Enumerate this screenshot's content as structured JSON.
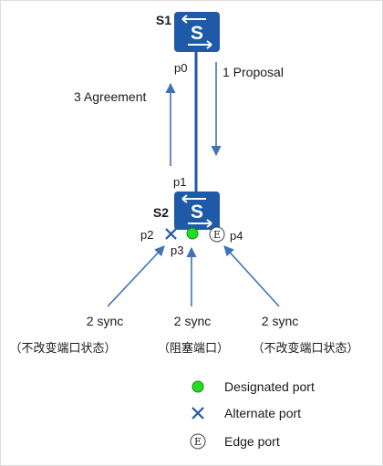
{
  "diagram": {
    "switches": {
      "s1": {
        "label": "S1",
        "glyph": "S"
      },
      "s2": {
        "label": "S2",
        "glyph": "S"
      }
    },
    "ports": {
      "p0": "p0",
      "p1": "p1",
      "p2": "p2",
      "p3": "p3",
      "p4": "p4"
    },
    "messages": {
      "proposal": "1 Proposal",
      "agreement": "3 Agreement",
      "sync_left": "2 sync",
      "sync_mid": "2 sync",
      "sync_right": "2 sync"
    },
    "notes": {
      "left": "（不改变端口状态）",
      "mid": "（阻塞端口）",
      "right": "（不改变端口状态）"
    },
    "edge_symbol": "E",
    "legend": [
      {
        "label": "Designated port",
        "icon": "green-dot-icon"
      },
      {
        "label": "Alternate port",
        "icon": "blue-x-icon"
      },
      {
        "label": "Edge port",
        "icon": "circled-e-icon"
      }
    ],
    "colors": {
      "switch_fill": "#1e5aa8",
      "line": "#1e5aa8",
      "designated": "#22dd22",
      "alternate": "#1e5aa8"
    }
  }
}
